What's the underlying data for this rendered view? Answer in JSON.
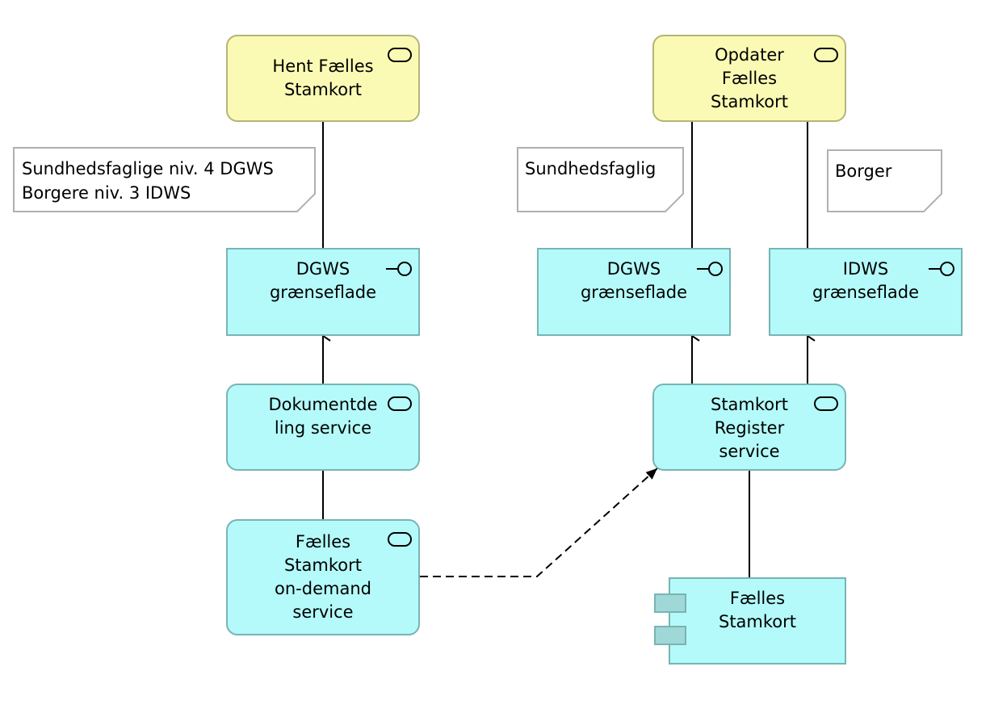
{
  "elements": {
    "hent": "Hent Fælles\nStamkort",
    "opdater": "Opdater\nFælles\nStamkort",
    "dgws_left": "DGWS\ngrænseflade",
    "dgws_right": "DGWS\ngrænseflade",
    "idws": "IDWS\ngrænseflade",
    "dokumentdeling": "Dokumentde\nling service",
    "stamkort_register": "Stamkort\nRegister\nservice",
    "ondemand": "Fælles\nStamkort\non-demand\nservice",
    "component": "Fælles\nStamkort"
  },
  "notes": {
    "note_left": "Sundhedsfaglige niv. 4 DGWS\nBorgere niv. 3 IDWS",
    "note_sundhed": "Sundhedsfaglig",
    "note_borger": "Borger"
  },
  "colors": {
    "business_fill": "#fafab4",
    "application_fill": "#b4fafa",
    "line": "#000000"
  }
}
